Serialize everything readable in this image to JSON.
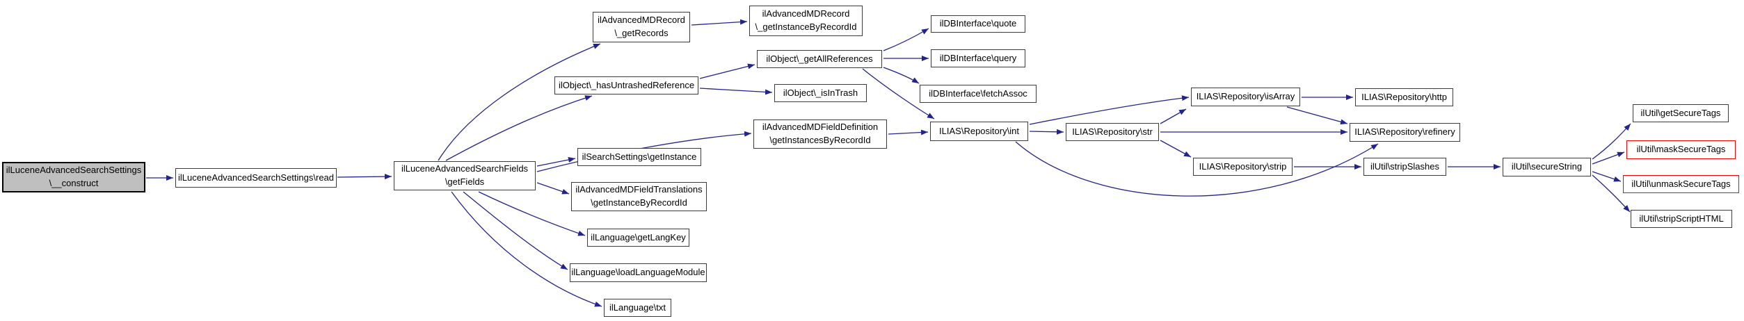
{
  "graph": {
    "type": "call-graph",
    "colors": {
      "edge": "#23238E",
      "node_border": "#3a3a3a",
      "node_fill": "#ffffff",
      "current_node_fill": "#BFBFBF",
      "alert_node_border": "#FF0000",
      "text": "#000000",
      "background": "#ffffff"
    },
    "nodes": [
      {
        "id": "construct",
        "label": "ilLuceneAdvancedSearchSettings\n\\__construct",
        "style": "current"
      },
      {
        "id": "read",
        "label": "ilLuceneAdvancedSearchSettings\\read",
        "style": "default"
      },
      {
        "id": "getFields",
        "label": "ilLuceneAdvancedSearchFields\n\\getFields",
        "style": "default"
      },
      {
        "id": "getRecords",
        "label": "ilAdvancedMDRecord\n\\_getRecords",
        "style": "default"
      },
      {
        "id": "getInstanceByRecordId",
        "label": "ilAdvancedMDRecord\n\\_getInstanceByRecordId",
        "style": "default"
      },
      {
        "id": "hasUntrashedReference",
        "label": "ilObject\\_hasUntrashedReference",
        "style": "default"
      },
      {
        "id": "getAllReferences",
        "label": "ilObject\\_getAllReferences",
        "style": "default"
      },
      {
        "id": "quote",
        "label": "ilDBInterface\\quote",
        "style": "default"
      },
      {
        "id": "query",
        "label": "ilDBInterface\\query",
        "style": "default"
      },
      {
        "id": "fetchAssoc",
        "label": "ilDBInterface\\fetchAssoc",
        "style": "default"
      },
      {
        "id": "isInTrash",
        "label": "ilObject\\_isInTrash",
        "style": "default"
      },
      {
        "id": "getInstancesByRecordId",
        "label": "ilAdvancedMDFieldDefinition\n\\getInstancesByRecordId",
        "style": "default"
      },
      {
        "id": "repoInt",
        "label": "ILIAS\\Repository\\int",
        "style": "default"
      },
      {
        "id": "repoStr",
        "label": "ILIAS\\Repository\\str",
        "style": "default"
      },
      {
        "id": "repoIsArray",
        "label": "ILIAS\\Repository\\isArray",
        "style": "default"
      },
      {
        "id": "repoHttp",
        "label": "ILIAS\\Repository\\http",
        "style": "default"
      },
      {
        "id": "repoRefinery",
        "label": "ILIAS\\Repository\\refinery",
        "style": "default"
      },
      {
        "id": "repoStrip",
        "label": "ILIAS\\Repository\\strip",
        "style": "default"
      },
      {
        "id": "stripSlashes",
        "label": "ilUtil\\stripSlashes",
        "style": "default"
      },
      {
        "id": "secureString",
        "label": "ilUtil\\secureString",
        "style": "default"
      },
      {
        "id": "getSecureTags",
        "label": "ilUtil\\getSecureTags",
        "style": "default"
      },
      {
        "id": "maskSecureTags",
        "label": "ilUtil\\maskSecureTags",
        "style": "alert"
      },
      {
        "id": "unmaskSecureTags",
        "label": "ilUtil\\unmaskSecureTags",
        "style": "alert"
      },
      {
        "id": "stripScriptHTML",
        "label": "ilUtil\\stripScriptHTML",
        "style": "default"
      },
      {
        "id": "searchSettingsGetInstance",
        "label": "ilSearchSettings\\getInstance",
        "style": "default"
      },
      {
        "id": "translationsGetInstance",
        "label": "ilAdvancedMDFieldTranslations\n\\getInstanceByRecordId",
        "style": "default"
      },
      {
        "id": "getLangKey",
        "label": "ilLanguage\\getLangKey",
        "style": "default"
      },
      {
        "id": "loadLanguageModule",
        "label": "ilLanguage\\loadLanguageModule",
        "style": "default"
      },
      {
        "id": "txt",
        "label": "ilLanguage\\txt",
        "style": "default"
      }
    ],
    "edges": [
      {
        "from": "construct",
        "to": "read"
      },
      {
        "from": "read",
        "to": "getFields"
      },
      {
        "from": "getFields",
        "to": "getRecords"
      },
      {
        "from": "getFields",
        "to": "hasUntrashedReference"
      },
      {
        "from": "getFields",
        "to": "getInstancesByRecordId"
      },
      {
        "from": "getFields",
        "to": "searchSettingsGetInstance"
      },
      {
        "from": "getFields",
        "to": "translationsGetInstance"
      },
      {
        "from": "getFields",
        "to": "getLangKey"
      },
      {
        "from": "getFields",
        "to": "loadLanguageModule"
      },
      {
        "from": "getFields",
        "to": "txt"
      },
      {
        "from": "getRecords",
        "to": "getInstanceByRecordId"
      },
      {
        "from": "hasUntrashedReference",
        "to": "getAllReferences"
      },
      {
        "from": "hasUntrashedReference",
        "to": "isInTrash"
      },
      {
        "from": "getAllReferences",
        "to": "quote"
      },
      {
        "from": "getAllReferences",
        "to": "query"
      },
      {
        "from": "getAllReferences",
        "to": "fetchAssoc"
      },
      {
        "from": "getAllReferences",
        "to": "repoInt"
      },
      {
        "from": "getInstancesByRecordId",
        "to": "repoInt"
      },
      {
        "from": "repoInt",
        "to": "repoStr"
      },
      {
        "from": "repoInt",
        "to": "repoIsArray"
      },
      {
        "from": "repoInt",
        "to": "repoRefinery"
      },
      {
        "from": "repoStr",
        "to": "repoIsArray"
      },
      {
        "from": "repoStr",
        "to": "repoRefinery"
      },
      {
        "from": "repoStr",
        "to": "repoStrip"
      },
      {
        "from": "repoIsArray",
        "to": "repoHttp"
      },
      {
        "from": "repoIsArray",
        "to": "repoRefinery"
      },
      {
        "from": "repoStrip",
        "to": "stripSlashes"
      },
      {
        "from": "stripSlashes",
        "to": "secureString"
      },
      {
        "from": "secureString",
        "to": "getSecureTags"
      },
      {
        "from": "secureString",
        "to": "maskSecureTags"
      },
      {
        "from": "secureString",
        "to": "unmaskSecureTags"
      },
      {
        "from": "secureString",
        "to": "stripScriptHTML"
      }
    ]
  }
}
